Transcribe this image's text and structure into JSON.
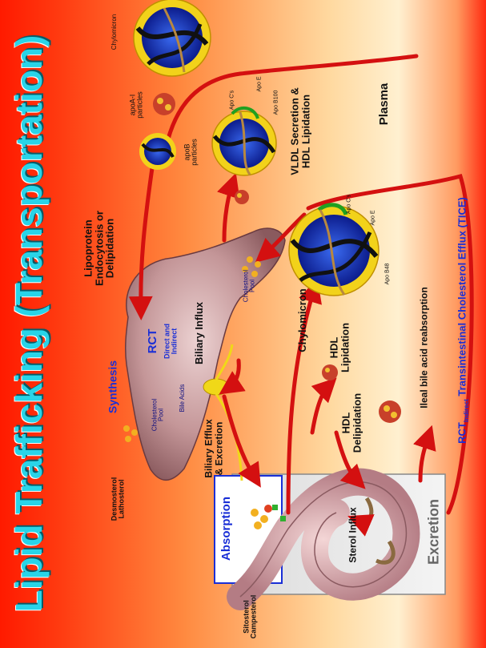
{
  "title": "Lipid Trafficking (Transportation)",
  "labels": {
    "chylomicron_top": "Chylomicron",
    "apoa1_particles": "apoA-I\nparticles",
    "apob_particles": "apoB\nparticles",
    "apo_cs_top": "Apo C's",
    "apo_e_top": "Apo E",
    "apo_b100": "Apo B100",
    "vldl_secretion": "VLDL Secretion &\nHDL Lipidation",
    "plasma": "Plasma",
    "lipoprotein_endocytosis": "Lipoprotein\nEndocytosis or\nDelipidation",
    "cholesterol_pool_liver": "Cholesterol\nPool",
    "apo_cs_mid": "Apo C's",
    "apo_e_mid": "Apo E",
    "apo_b48": "Apo B48",
    "biliary_influx": "Biliary Influx",
    "rct": "RCT",
    "direct_indirect": "Direct and\nIndirect",
    "chylomicron_mid": "Chylomicron",
    "hdl_lipidation": "HDL\nLipidation",
    "ileal_bile": "Ileal bile acid reabsorption",
    "synthesis": "Synthesis",
    "cholesterol_pool_synth": "Cholesterol\nPool",
    "bile_acids": "Bile Acids",
    "hdl_delipidation": "HDL\nDelipidation",
    "desmosterol": "Desmosterol\nLathosterol",
    "biliary_efflux": "Biliary Efflux\n& Excretion",
    "absorption": "Absorption",
    "sterol_influx": "Sterol Influx",
    "excretion": "Excretion",
    "sitosterol": "Sitosterol\nCampesterol",
    "tice_rct": "RCT",
    "tice_indirect": "Indirect",
    "tice_rest": "Transintestinal Cholesterol Efflux (TICE)"
  },
  "colors": {
    "title": "#29d4e8",
    "arrow": "#d41010",
    "label_blue": "#1a2fd6",
    "liver": "#b88488",
    "gallbladder": "#f0d818",
    "particle_shell": "#f2d21a",
    "particle_core": "#1a3acc"
  }
}
